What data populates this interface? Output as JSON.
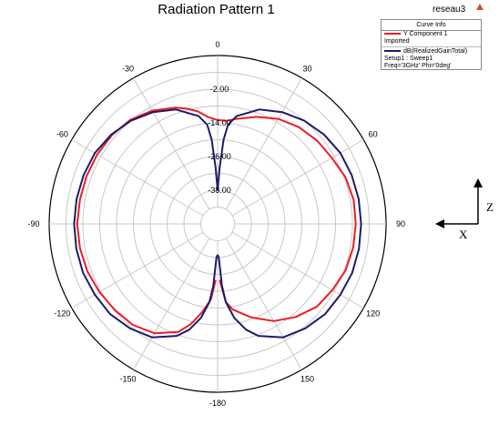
{
  "header": {
    "title": "Radiation Pattern 1",
    "project": "reseau3"
  },
  "legend": {
    "title": "Curve Info",
    "entries": [
      {
        "line1": "Y Component 1",
        "line2": "Imported",
        "line3": "",
        "line4": "",
        "color": "#ee1c24"
      },
      {
        "line1": "dB(RealizedGainTotal)",
        "line2": "Setup1 : Sweep1",
        "line3": "Freq='3GHz' Phi='0deg'",
        "line4": "",
        "color": "#1a1d6b"
      }
    ]
  },
  "axes_glyph": {
    "z_label": "Z",
    "x_label": "X"
  },
  "chart_data": {
    "type": "polar",
    "title": "Radiation Pattern 1",
    "angle_ticks": [
      0,
      30,
      60,
      90,
      120,
      150,
      -180,
      -150,
      -120,
      -90,
      -60,
      -30
    ],
    "radial_ticks": [
      "-2.00",
      "-14.00",
      "-26.00",
      "-38.00"
    ],
    "radial_range": [
      -50,
      10
    ],
    "grid": true,
    "series": [
      {
        "name": "Y Component 1",
        "color": "#ee1c24",
        "points": [
          [
            -178,
            -30
          ],
          [
            -175,
            -23
          ],
          [
            -170,
            -18
          ],
          [
            -165,
            -13
          ],
          [
            -160,
            -9
          ],
          [
            -150,
            -5
          ],
          [
            -140,
            -3
          ],
          [
            -130,
            -2.2
          ],
          [
            -120,
            -1.4
          ],
          [
            -110,
            -0.6
          ],
          [
            -100,
            -0.2
          ],
          [
            -90,
            0
          ],
          [
            -80,
            -0.2
          ],
          [
            -70,
            -0.3
          ],
          [
            -60,
            -0.5
          ],
          [
            -50,
            -0.8
          ],
          [
            -40,
            -1.6
          ],
          [
            -30,
            -3.4
          ],
          [
            -20,
            -5.9
          ],
          [
            -15,
            -7.5
          ],
          [
            -10,
            -9.3
          ],
          [
            -5,
            -11.8
          ],
          [
            0,
            -13
          ],
          [
            5,
            -13.1
          ],
          [
            10,
            -12
          ],
          [
            20,
            -9.4
          ],
          [
            30,
            -6.8
          ],
          [
            40,
            -5
          ],
          [
            50,
            -3.8
          ],
          [
            60,
            -3
          ],
          [
            70,
            -1.5
          ],
          [
            80,
            -0.8
          ],
          [
            90,
            -0.8
          ],
          [
            100,
            -1
          ],
          [
            110,
            -1.5
          ],
          [
            120,
            -2.8
          ],
          [
            130,
            -4
          ],
          [
            140,
            -6.7
          ],
          [
            150,
            -10
          ],
          [
            160,
            -14.5
          ],
          [
            165,
            -17
          ],
          [
            170,
            -19
          ],
          [
            174,
            -22
          ],
          [
            178,
            -30
          ]
        ]
      },
      {
        "name": "dB(RealizedGainTotal)",
        "color": "#1a1d6b",
        "points": [
          [
            -180,
            -39
          ],
          [
            -178,
            -38
          ],
          [
            -176,
            -28
          ],
          [
            -174,
            -22
          ],
          [
            -170,
            -16
          ],
          [
            -165,
            -11
          ],
          [
            -160,
            -7.5
          ],
          [
            -150,
            -3.3
          ],
          [
            -140,
            -1.4
          ],
          [
            -130,
            0
          ],
          [
            -120,
            0.5
          ],
          [
            -110,
            1
          ],
          [
            -100,
            1.1
          ],
          [
            -90,
            1.1
          ],
          [
            -80,
            1
          ],
          [
            -70,
            0.8
          ],
          [
            -60,
            0.5
          ],
          [
            -50,
            -0.5
          ],
          [
            -40,
            -2
          ],
          [
            -30,
            -4
          ],
          [
            -20,
            -6.6
          ],
          [
            -10,
            -11
          ],
          [
            -6,
            -14.5
          ],
          [
            -4,
            -20
          ],
          [
            -2,
            -30
          ],
          [
            0,
            -38
          ],
          [
            2,
            -30
          ],
          [
            4,
            -20
          ],
          [
            6,
            -14.5
          ],
          [
            10,
            -11
          ],
          [
            20,
            -6.6
          ],
          [
            30,
            -4
          ],
          [
            40,
            -2
          ],
          [
            50,
            -0.5
          ],
          [
            60,
            0.5
          ],
          [
            70,
            0.8
          ],
          [
            80,
            1
          ],
          [
            90,
            1.1
          ],
          [
            100,
            1.1
          ],
          [
            110,
            1
          ],
          [
            120,
            0.5
          ],
          [
            130,
            0
          ],
          [
            140,
            -1.4
          ],
          [
            150,
            -3.3
          ],
          [
            160,
            -7.5
          ],
          [
            165,
            -11
          ],
          [
            170,
            -16
          ],
          [
            174,
            -22
          ],
          [
            176,
            -28
          ],
          [
            178,
            -38
          ],
          [
            180,
            -39
          ]
        ]
      }
    ]
  }
}
